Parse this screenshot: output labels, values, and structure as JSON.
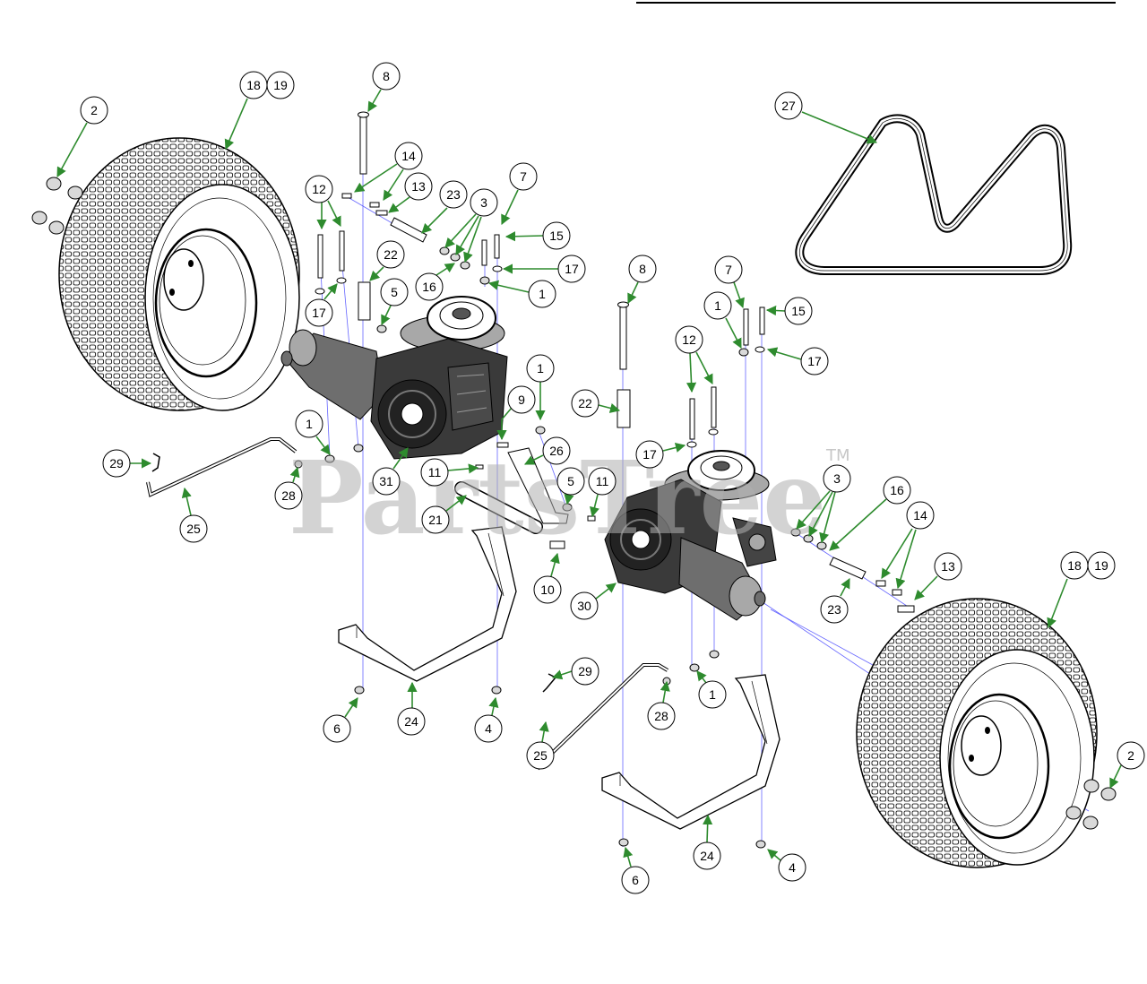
{
  "diagram": {
    "watermark": "PartsTree",
    "watermark_mark": "TM"
  },
  "callouts": [
    "2",
    "18",
    "19",
    "8",
    "27",
    "14",
    "12",
    "13",
    "23",
    "3",
    "7",
    "15",
    "22",
    "17",
    "16",
    "1",
    "5",
    "17",
    "8",
    "7",
    "15",
    "1",
    "12",
    "17",
    "1",
    "9",
    "22",
    "1",
    "26",
    "17",
    "3",
    "16",
    "29",
    "31",
    "11",
    "28",
    "5",
    "11",
    "21",
    "14",
    "25",
    "18",
    "19",
    "13",
    "10",
    "30",
    "23",
    "29",
    "1",
    "28",
    "24",
    "6",
    "4",
    "25",
    "2",
    "24",
    "4",
    "6"
  ],
  "colors": {
    "callout_arrow": "#2e8b2e",
    "guide_line": "#4a4aff",
    "outline": "#000000",
    "watermark": "#b0b0b0"
  }
}
